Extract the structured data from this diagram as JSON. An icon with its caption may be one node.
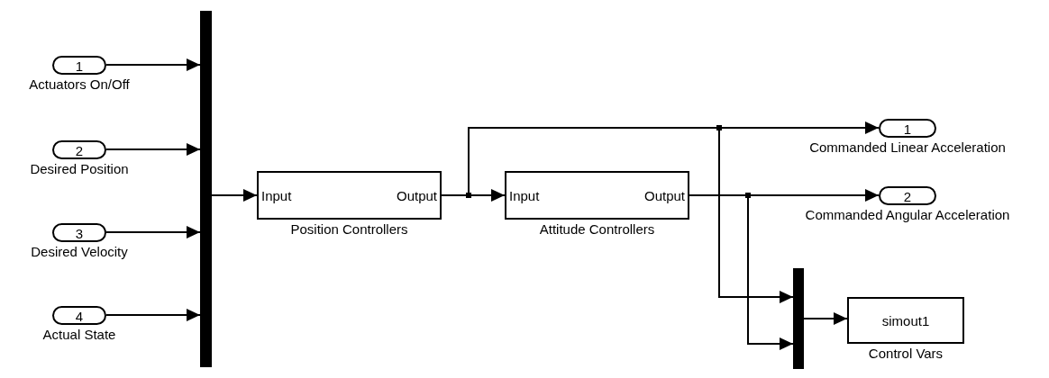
{
  "diagram": {
    "nodes": [
      {
        "text": [
          "1"
        ],
        "beside": [
          "Actuators On/Off"
        ]
      },
      {
        "text": [
          "2"
        ],
        "beside": [
          "Desired Position"
        ]
      },
      {
        "text": [
          "3"
        ],
        "beside": [
          "Desired Velocity"
        ]
      },
      {
        "text": [
          "4"
        ],
        "beside": [
          "Actual State"
        ]
      },
      {
        "text": [],
        "shape": "bar"
      },
      {
        "text": [
          "Input",
          "Output"
        ],
        "beside": [
          "Position Controllers"
        ]
      },
      {
        "text": [
          "Input",
          "Output"
        ],
        "beside": [
          "Attitude Controllers"
        ]
      },
      {
        "text": [
          "1"
        ],
        "beside": [
          "Commanded Linear Acceleration"
        ]
      },
      {
        "text": [
          "2"
        ],
        "beside": [
          "Commanded Angular Acceleration"
        ]
      },
      {
        "text": [],
        "shape": "bar"
      },
      {
        "text": [
          "simout1"
        ],
        "beside": [
          "Control Vars"
        ]
      }
    ],
    "edges": [
      {
        "from": 0,
        "to": 4,
        "arrow": "to"
      },
      {
        "from": 1,
        "to": 4,
        "arrow": "to"
      },
      {
        "from": 2,
        "to": 4,
        "arrow": "to"
      },
      {
        "from": 3,
        "to": 4,
        "arrow": "to"
      },
      {
        "from": 4,
        "to": 5,
        "arrow": "to"
      },
      {
        "from": 5,
        "to": 6,
        "arrow": "to"
      },
      {
        "from": 5,
        "to": 7,
        "arrow": "to"
      },
      {
        "from": 5,
        "to": 9,
        "arrow": "to"
      },
      {
        "from": 6,
        "to": 8,
        "arrow": "to"
      },
      {
        "from": 6,
        "to": 9,
        "arrow": "to"
      },
      {
        "from": 9,
        "to": 10,
        "arrow": "to"
      }
    ]
  }
}
